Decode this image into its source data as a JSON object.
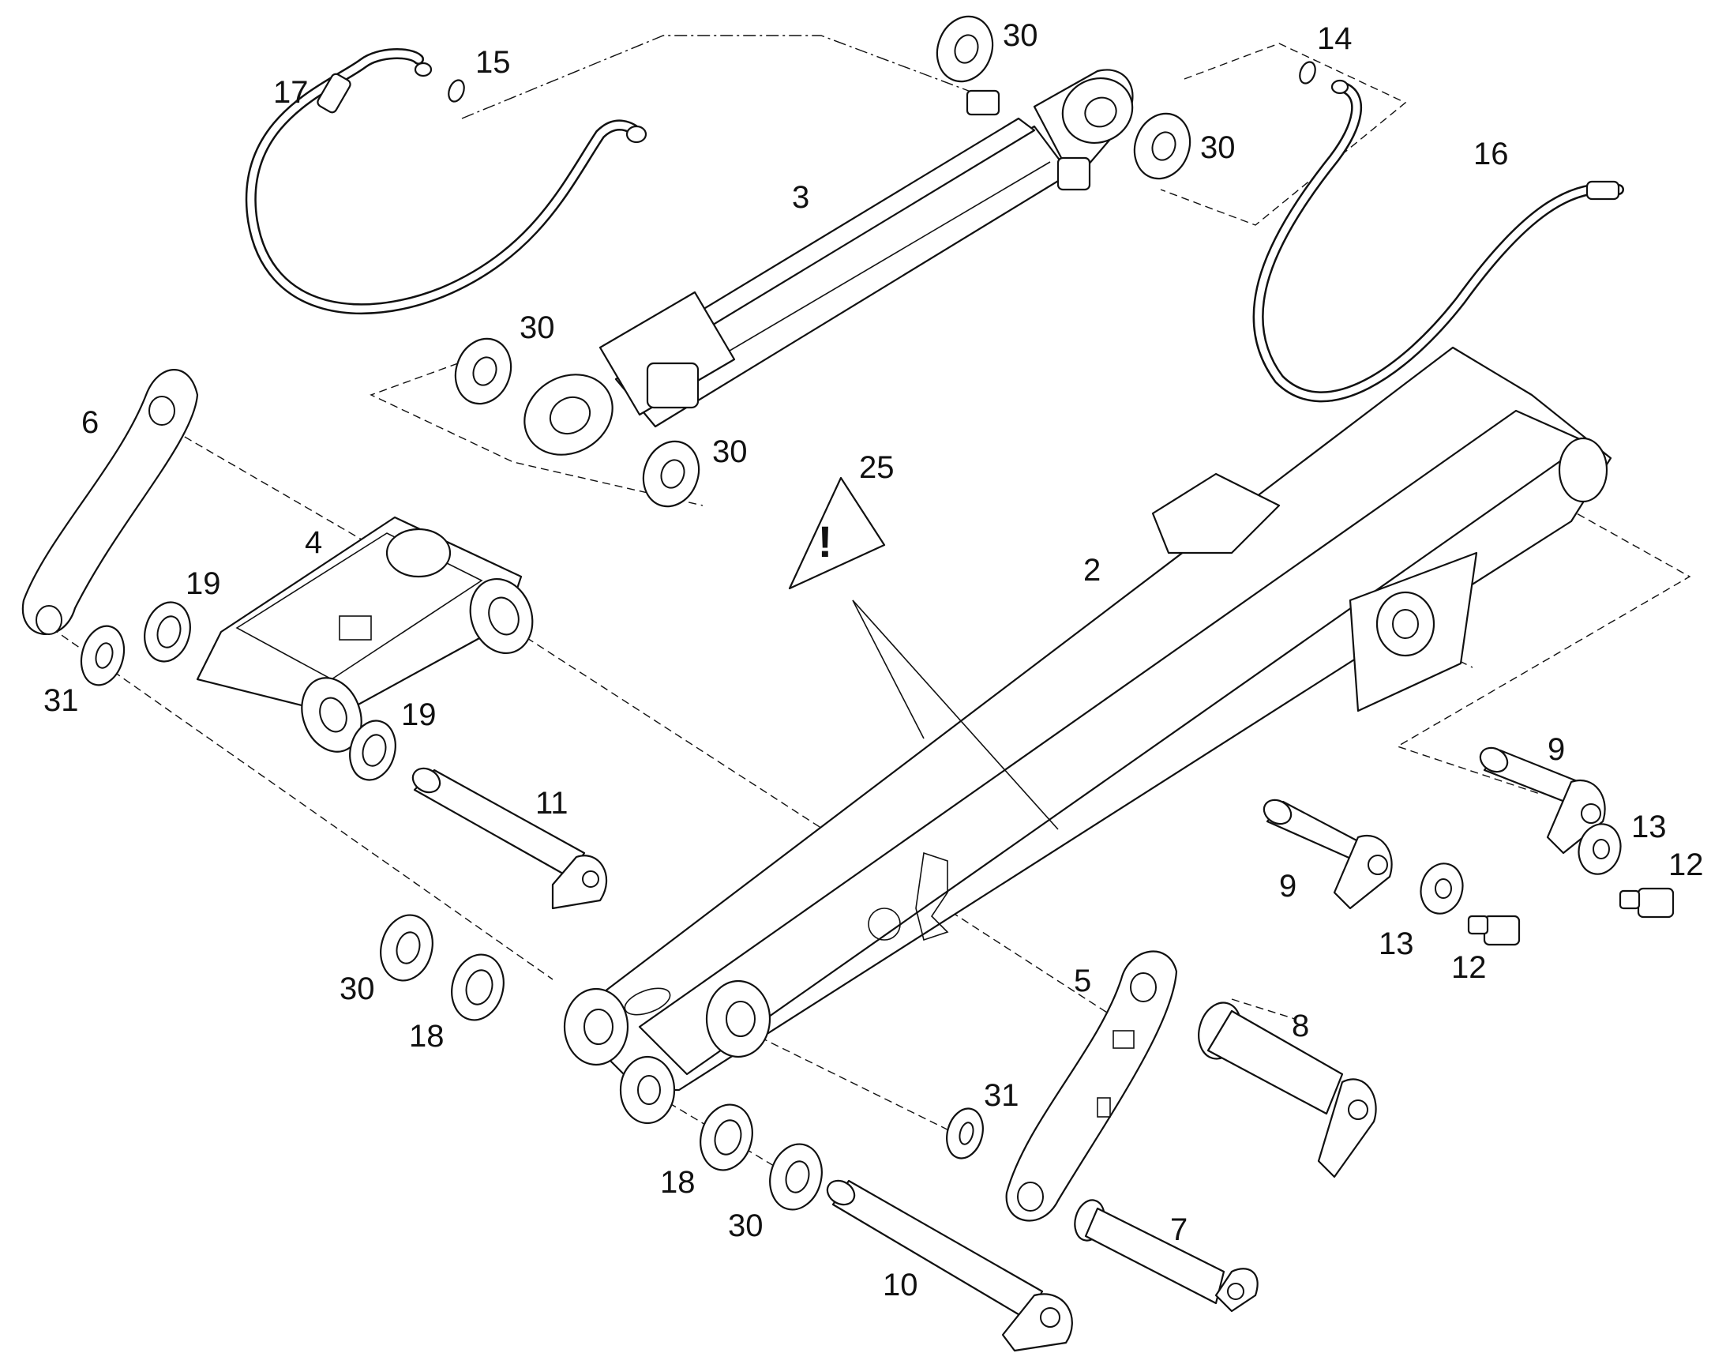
{
  "diagram": {
    "callouts": {
      "c2": "2",
      "c3": "3",
      "c4": "4",
      "c5": "5",
      "c6": "6",
      "c7": "7",
      "c8": "8",
      "c9a": "9",
      "c9b": "9",
      "c10": "10",
      "c11": "11",
      "c12a": "12",
      "c12b": "12",
      "c13a": "13",
      "c13b": "13",
      "c14": "14",
      "c15": "15",
      "c16": "16",
      "c17": "17",
      "c18a": "18",
      "c18b": "18",
      "c19a": "19",
      "c19b": "19",
      "c25": "25",
      "c30a": "30",
      "c30b": "30",
      "c30c": "30",
      "c30d": "30",
      "c30e": "30",
      "c30f": "30",
      "c31a": "31",
      "c31b": "31"
    },
    "warning_symbol": "!",
    "icons": {
      "warning": "warning-triangle-icon"
    }
  }
}
